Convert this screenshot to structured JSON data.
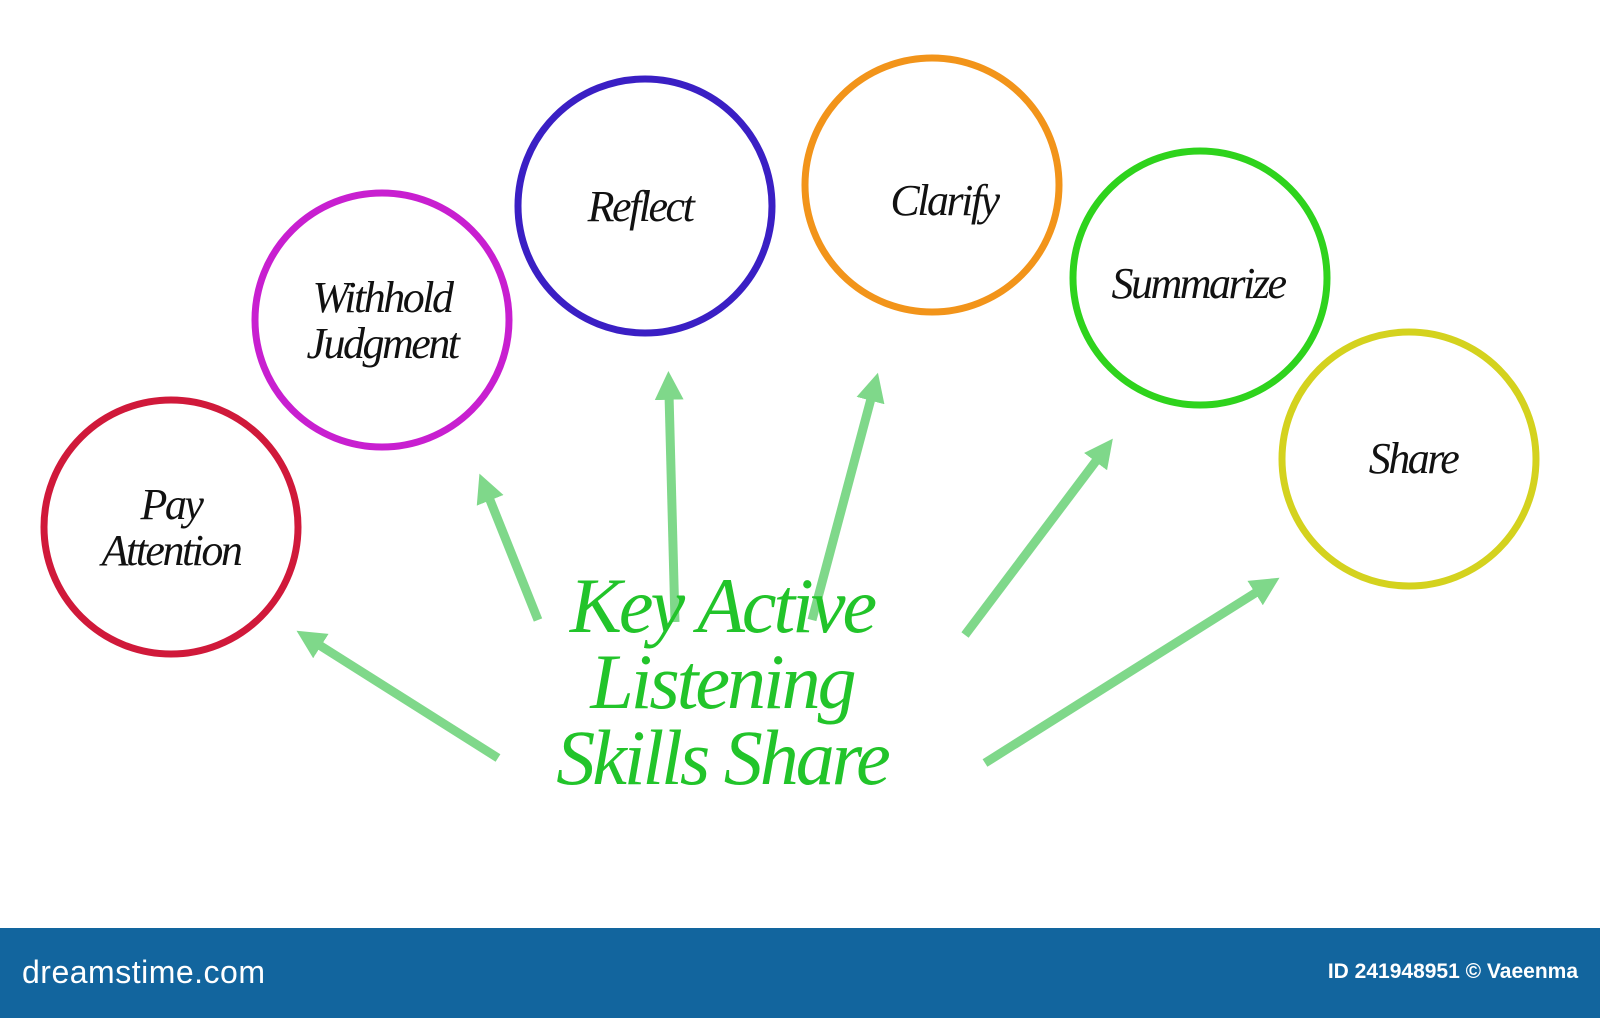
{
  "diagram": {
    "center_title": {
      "lines": [
        "Key Active",
        "Listening",
        "Skills Share"
      ],
      "color": "#22c42a"
    },
    "arrow_color": "#7fd88a",
    "nodes": [
      {
        "lines": [
          "Pay",
          "Attention"
        ],
        "color": "#d0193a"
      },
      {
        "lines": [
          "Withhold",
          "Judgment"
        ],
        "color": "#c81fd0"
      },
      {
        "lines": [
          "Reflect"
        ],
        "color": "#3a1fc4"
      },
      {
        "lines": [
          "Clarify"
        ],
        "color": "#f2941a"
      },
      {
        "lines": [
          "Summarize"
        ],
        "color": "#2ed31c"
      },
      {
        "lines": [
          "Share"
        ],
        "color": "#d4d21e"
      }
    ]
  },
  "footer": {
    "brand": "dreamstime.com",
    "credit": "ID 241948951 © Vaeenma",
    "background": "#12659e"
  }
}
